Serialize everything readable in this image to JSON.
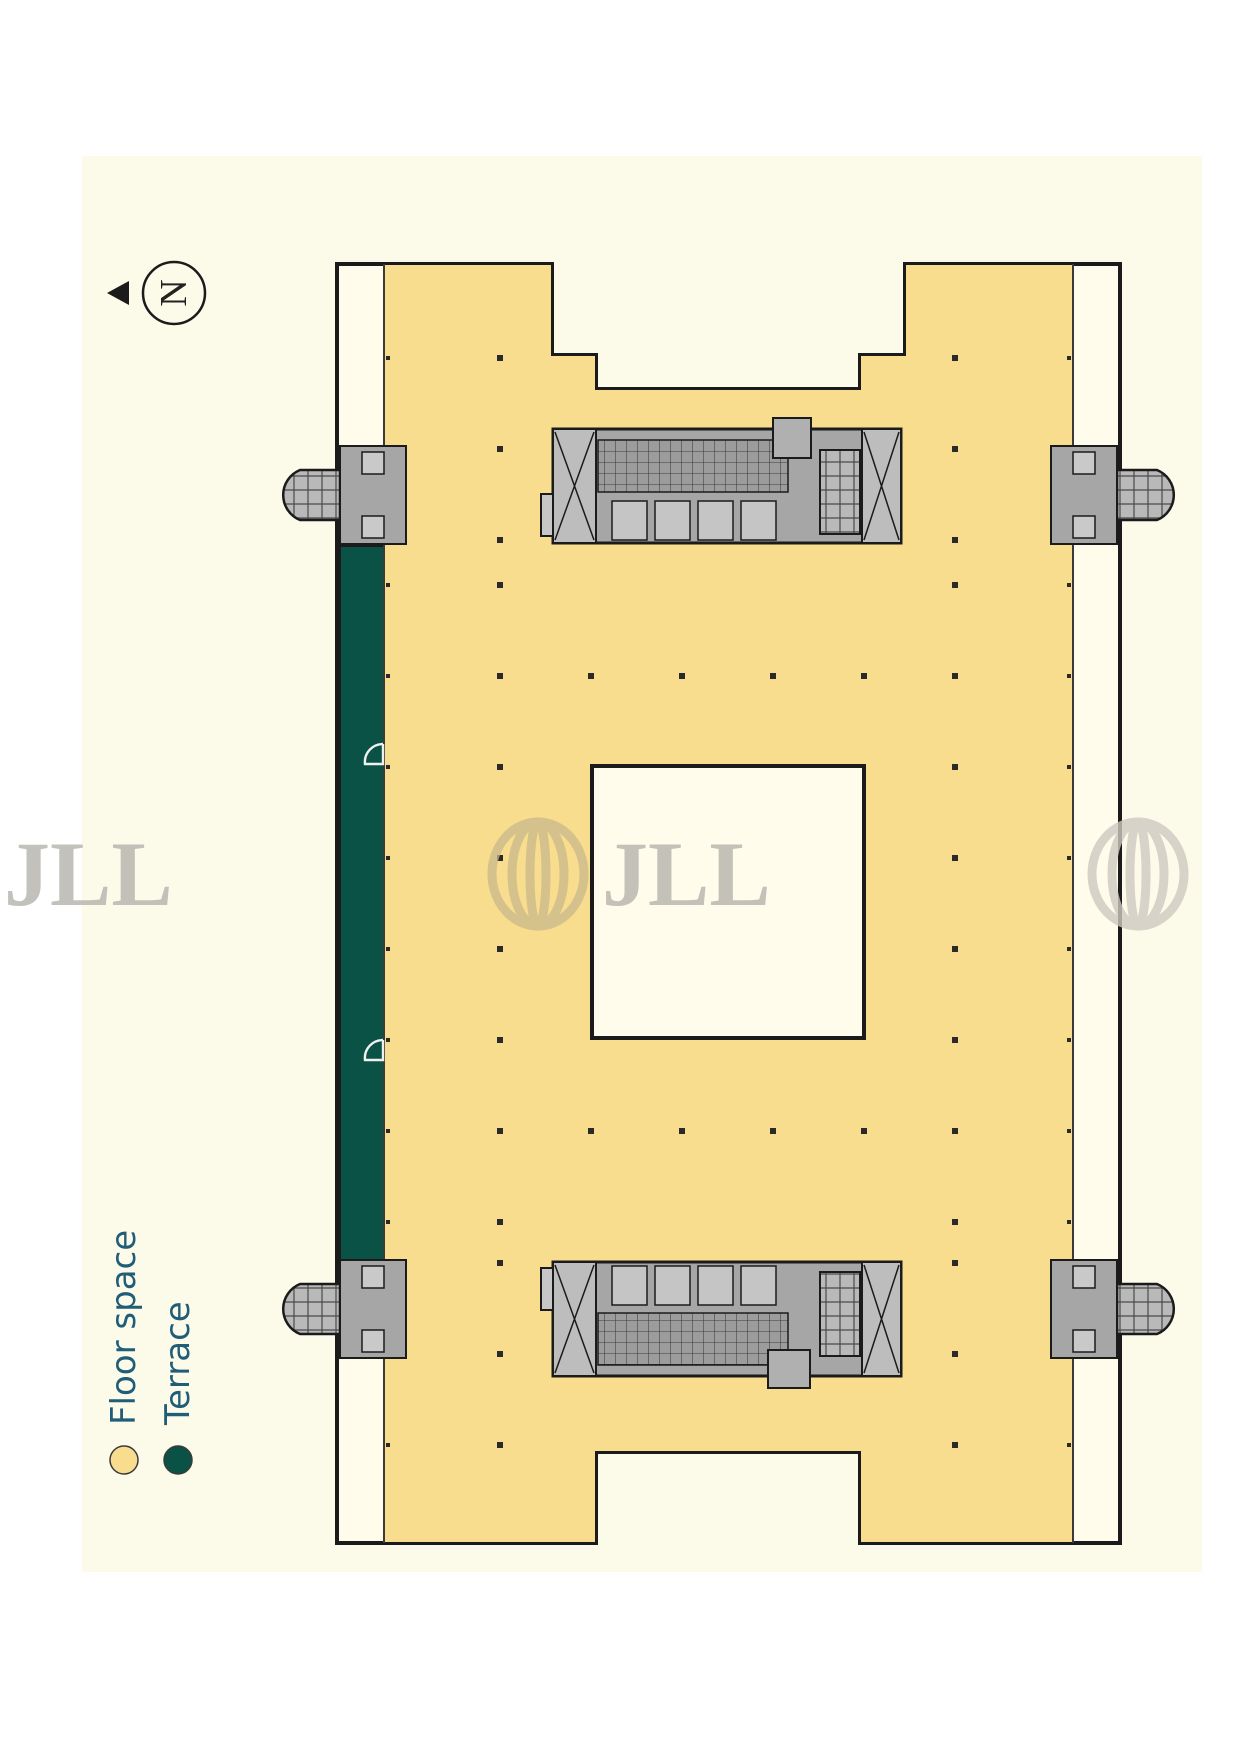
{
  "legend": {
    "items": [
      {
        "label": "Floor space",
        "color": "#f8dd8f"
      },
      {
        "label": "Terrace",
        "color": "#0a5245"
      }
    ]
  },
  "north": {
    "label": "N"
  },
  "watermark": {
    "text": "JLL"
  },
  "colors": {
    "sheet": "#fcfae9",
    "floor": "#f8dd8f",
    "terrace": "#0a5245",
    "void": "#fffcec",
    "wall": "#1b1b1b",
    "core": "#a6a6a6",
    "legend_text": "#1f5d78"
  }
}
